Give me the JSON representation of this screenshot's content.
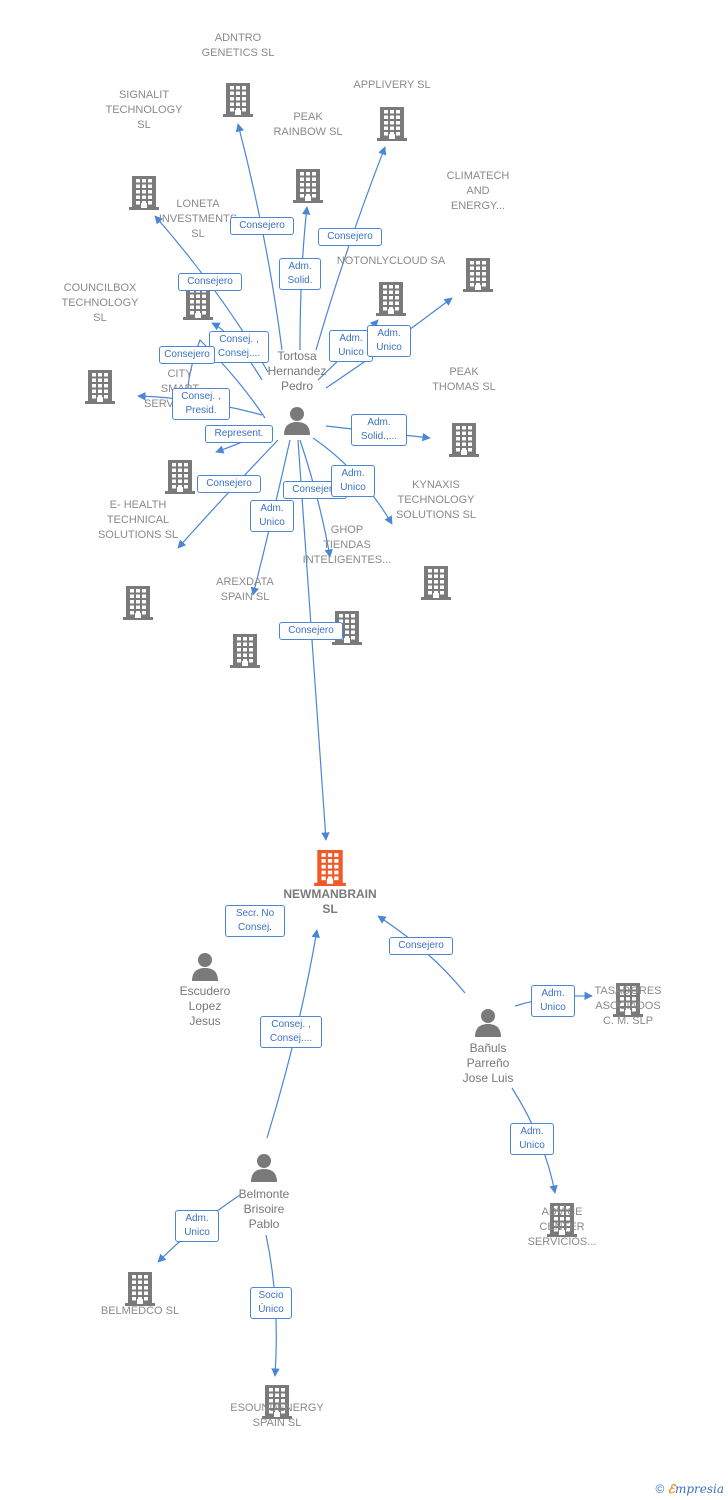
{
  "colors": {
    "edge": "#4a86d4",
    "building": "#7a7a7a",
    "main_building": "#f05a28",
    "person": "#7a7a7a"
  },
  "main_company": {
    "label": "NEWMANBRAIN\nSL"
  },
  "companies": [
    {
      "id": "adntro",
      "label": "ADNTRO\nGENETICS  SL"
    },
    {
      "id": "applivery",
      "label": "APPLIVERY  SL"
    },
    {
      "id": "signalit",
      "label": "SIGNALIT\nTECHNOLOGY\nSL"
    },
    {
      "id": "peak_rainbow",
      "label": "PEAK\nRAINBOW  SL"
    },
    {
      "id": "climatech",
      "label": "CLIMATECH\nAND\nENERGY..."
    },
    {
      "id": "loneta",
      "label": "LONETA\nINVESTMENTS\nSL"
    },
    {
      "id": "notonlycloud",
      "label": "NOTONLYCLOUD SA"
    },
    {
      "id": "councilbox",
      "label": "COUNCILBOX\nTECHNOLOGY\nSL"
    },
    {
      "id": "city_smart",
      "label": "CITY\nSMART\nSERVICES  SL"
    },
    {
      "id": "peak_thomas",
      "label": "PEAK\nTHOMAS SL"
    },
    {
      "id": "kynaxis",
      "label": "KYNAXIS\nTECHNOLOGY\nSOLUTIONS  SL"
    },
    {
      "id": "ehealth",
      "label": "E- HEALTH\nTECHNICAL\nSOLUTIONS  SL"
    },
    {
      "id": "ghop",
      "label": "GHOP\nTIENDAS\nINTELIGENTES..."
    },
    {
      "id": "arexdata",
      "label": "AREXDATA\nSPAIN  SL"
    },
    {
      "id": "tasadores",
      "label": "TASADORES\nASOCIADOS\nC. M. SLP"
    },
    {
      "id": "advice",
      "label": "ADVICE\nCENTER\nSERVICIOS..."
    },
    {
      "id": "belmedco",
      "label": "BELMEDCO  SL"
    },
    {
      "id": "esoundenergy",
      "label": "ESOUNDENERGY\nSPAIN SL"
    }
  ],
  "persons": [
    {
      "id": "tortosa",
      "label": "Tortosa\nHernandez\nPedro"
    },
    {
      "id": "escudero",
      "label": "Escudero\nLopez\nJesus"
    },
    {
      "id": "banuls",
      "label": "Bañuls\nParreño\nJose Luis"
    },
    {
      "id": "belmonte",
      "label": "Belmonte\nBrisoire\nPablo"
    }
  ],
  "edge_labels": [
    "Consejero",
    "Adm.\nSolid.",
    "Consejero",
    "Consejero",
    "Consej. ,\nConsej....",
    "Consejero",
    "Adm.\nUnico",
    "Adm.\nUnico",
    "Consej. ,\nPresid.",
    "Represent.",
    "Adm.\nSolid.,...",
    "Consejero",
    "Adm.\nUnico",
    "Consejero",
    "Adm.\nUnico",
    "Consejero",
    "Secr.  No\nConsej.",
    "Consejero",
    "Consej. ,\nConsej....",
    "Adm.\nUnico",
    "Adm.\nUnico",
    "Adm.\nUnico",
    "Socio\nÚnico"
  ],
  "footer": {
    "copyright": "©",
    "brand_initial": "ℰ",
    "brand_rest": "mpresia"
  }
}
